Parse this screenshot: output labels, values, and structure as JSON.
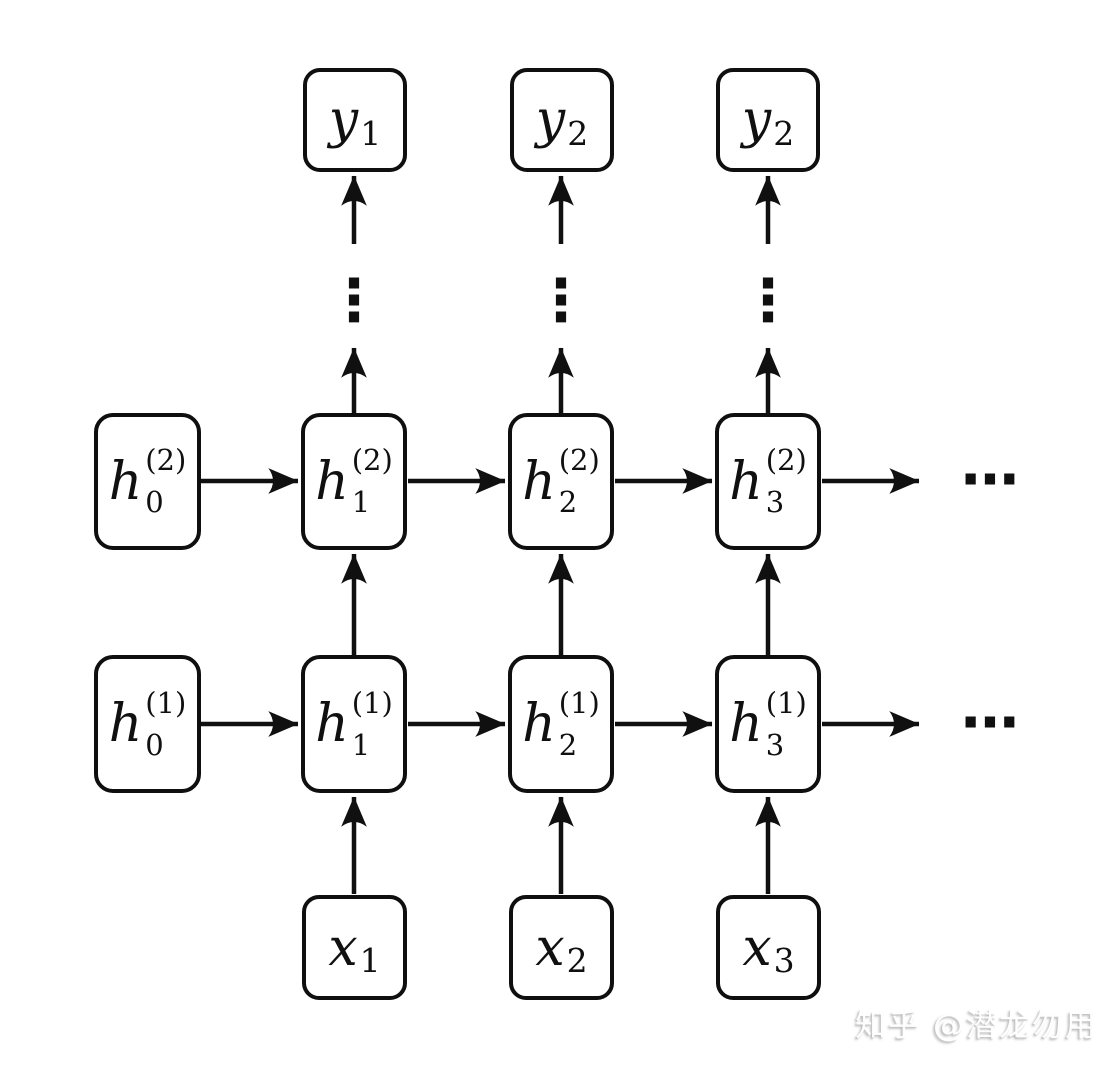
{
  "nodes": {
    "outputs": [
      {
        "base": "y",
        "sub": "1"
      },
      {
        "base": "y",
        "sub": "2"
      },
      {
        "base": "y",
        "sub": "2"
      }
    ],
    "layer2": [
      {
        "base": "h",
        "sup": "(2)",
        "sub": "0"
      },
      {
        "base": "h",
        "sup": "(2)",
        "sub": "1"
      },
      {
        "base": "h",
        "sup": "(2)",
        "sub": "2"
      },
      {
        "base": "h",
        "sup": "(2)",
        "sub": "3"
      }
    ],
    "layer1": [
      {
        "base": "h",
        "sup": "(1)",
        "sub": "0"
      },
      {
        "base": "h",
        "sup": "(1)",
        "sub": "1"
      },
      {
        "base": "h",
        "sup": "(1)",
        "sub": "2"
      },
      {
        "base": "h",
        "sup": "(1)",
        "sub": "3"
      }
    ],
    "inputs": [
      {
        "base": "x",
        "sub": "1"
      },
      {
        "base": "x",
        "sub": "2"
      },
      {
        "base": "x",
        "sub": "3"
      }
    ]
  },
  "ellipses": {
    "vertical": "⋮",
    "horizontal": "⋯"
  },
  "watermark": {
    "text": "知乎 @潜龙勿用"
  },
  "colors": {
    "stroke": "#101010",
    "background": "#ffffff"
  }
}
